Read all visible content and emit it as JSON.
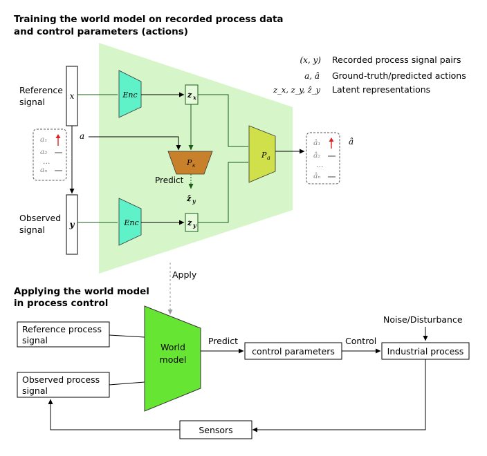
{
  "top": {
    "title_line1": "Training the world model on recorded process data",
    "title_line2": "and control parameters (actions)"
  },
  "legend": [
    {
      "symbol": "(x, y)",
      "text": "Recorded process signal pairs"
    },
    {
      "symbol": "a, â",
      "text": "Ground-truth/predicted actions"
    },
    {
      "symbol": "z_x, z_y, ẑ_y",
      "text": "Latent representations"
    }
  ],
  "training": {
    "reference_label_1": "Reference",
    "reference_label_2": "signal",
    "observed_label_1": "Observed",
    "observed_label_2": "signal",
    "x_symbol": "x",
    "y_symbol": "y",
    "a_symbol": "a",
    "enc_label": "Enc",
    "zx_label": "z",
    "zx_sub": "x",
    "zy_label": "z",
    "zy_sub": "y",
    "zhat_label": "ẑ",
    "zhat_sub": "y",
    "ps_label": "P",
    "ps_sub": "s",
    "pa_label": "P",
    "pa_sub": "a",
    "predict_label": "Predict",
    "actions_in": [
      "a₁",
      "a₂",
      "…",
      "aₙ"
    ],
    "actions_out": [
      "â₁",
      "â₂",
      "…",
      "âₙ"
    ],
    "a_hat_label": "â",
    "apply_label": "Apply"
  },
  "bottom": {
    "title_line1": "Applying the world model",
    "title_line2": "in process control",
    "ref_box_1": "Reference process",
    "ref_box_2": "signal",
    "obs_box_1": "Observed process",
    "obs_box_2": "signal",
    "world_model_1": "World",
    "world_model_2": "model",
    "predict_label": "Predict",
    "control_params": "control parameters",
    "control_label": "Control",
    "noise_label": "Noise/Disturbance",
    "industrial_process": "Industrial process",
    "sensors": "Sensors"
  },
  "colors": {
    "trapezoid_bg": "#d6f5c8",
    "encoder": "#5ff2c8",
    "predictor_s": "#c8812a",
    "predictor_a": "#cfe04a",
    "world_model": "#66e633",
    "arrow_red": "#e02020"
  }
}
